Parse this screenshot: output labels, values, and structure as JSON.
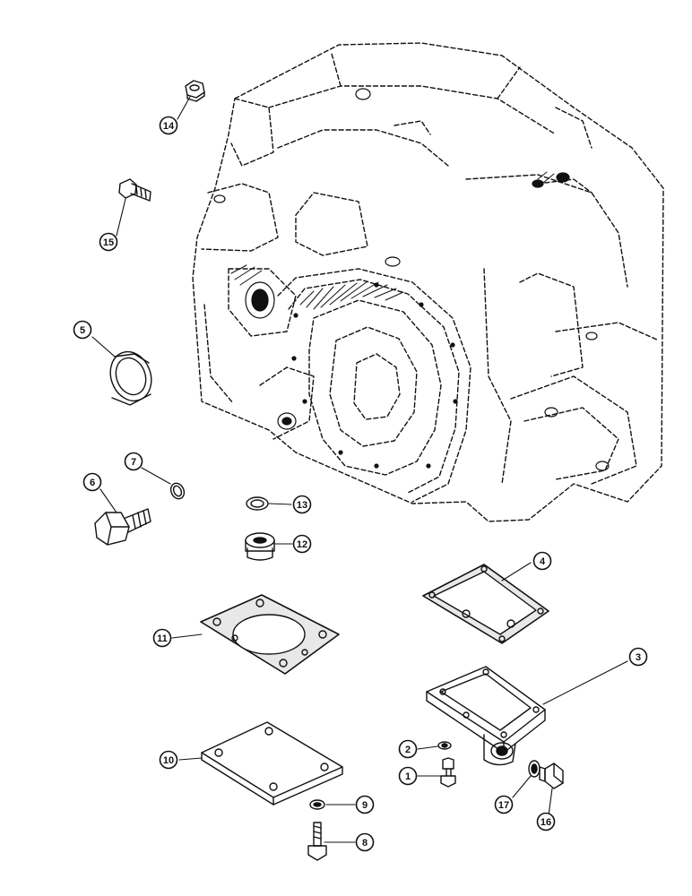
{
  "colors": {
    "ink": "#111111",
    "paper": "#ffffff",
    "gasket_fill": "#e8e8e8"
  },
  "callouts": [
    {
      "id": "1",
      "part": "bolt"
    },
    {
      "id": "2",
      "part": "lock-washer"
    },
    {
      "id": "3",
      "part": "cover-housing"
    },
    {
      "id": "4",
      "part": "cover-gasket"
    },
    {
      "id": "5",
      "part": "oil-seal"
    },
    {
      "id": "6",
      "part": "hex-bolt"
    },
    {
      "id": "7",
      "part": "o-ring"
    },
    {
      "id": "8",
      "part": "cap-screw"
    },
    {
      "id": "9",
      "part": "lock-washer"
    },
    {
      "id": "10",
      "part": "cover-plate"
    },
    {
      "id": "11",
      "part": "plate-gasket"
    },
    {
      "id": "12",
      "part": "pipe-plug"
    },
    {
      "id": "13",
      "part": "sealing-ring"
    },
    {
      "id": "14",
      "part": "hex-nut"
    },
    {
      "id": "15",
      "part": "stud-bolt"
    },
    {
      "id": "16",
      "part": "drain-plug"
    },
    {
      "id": "17",
      "part": "plug-washer"
    }
  ]
}
